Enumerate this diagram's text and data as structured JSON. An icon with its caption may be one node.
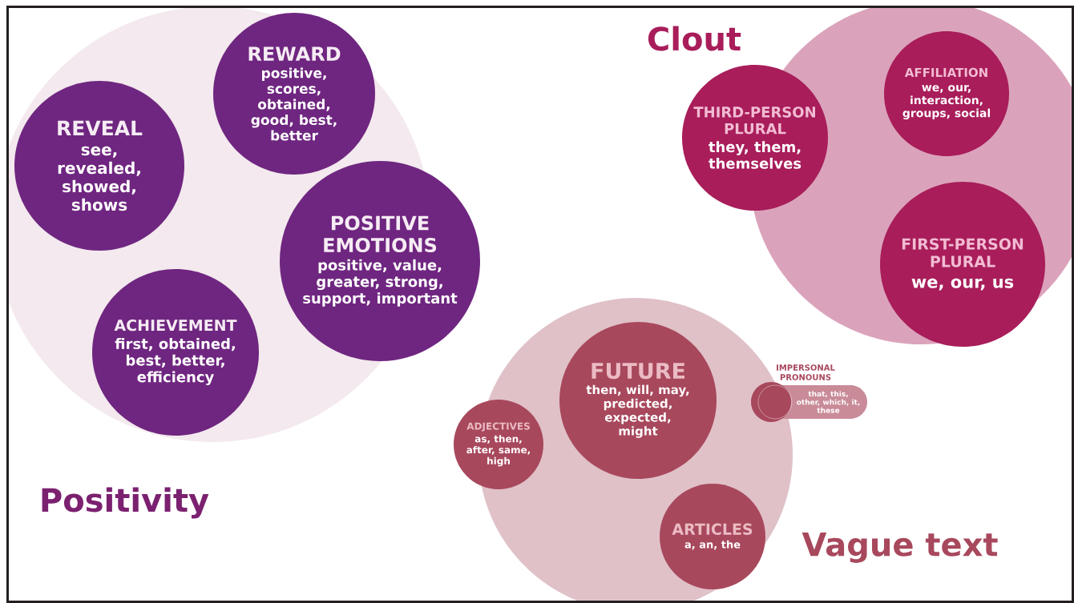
{
  "diagram": {
    "nodes": [
      {
        "text": [
          "Positivity"
        ]
      },
      {
        "text": [
          "REWARD",
          "positive, scores, obtained, good, best, better"
        ],
        "in": 0
      },
      {
        "text": [
          "REVEAL",
          "see, revealed, showed, shows"
        ],
        "in": 0
      },
      {
        "text": [
          "POSITIVE EMOTIONS",
          "positive, value, greater, strong, support, important"
        ]
      },
      {
        "text": [
          "ACHIEVEMENT",
          "first, obtained, best, better, efficiency"
        ],
        "in": 0
      },
      {
        "text": [
          "Clout"
        ]
      },
      {
        "text": [
          "THIRD-PERSON PLURAL",
          "they, them, themselves"
        ]
      },
      {
        "text": [
          "AFFILIATION",
          "we, our, interaction, groups, social"
        ],
        "in": 5
      },
      {
        "text": [
          "FIRST-PERSON PLURAL",
          "we, our, us"
        ],
        "in": 5
      },
      {
        "text": [
          "Vague text"
        ]
      },
      {
        "text": [
          "IMPERSONAL PRONOUNS",
          "that, this, other, which, it, these"
        ]
      },
      {
        "text": [
          "FUTURE",
          "then, will, may, predicted, expected, might"
        ],
        "in": 9
      },
      {
        "text": [
          "ADJECTIVES",
          "as, then, after, same, high"
        ]
      },
      {
        "text": [
          "ARTICLES",
          "a, an, the"
        ],
        "in": 9
      }
    ]
  }
}
